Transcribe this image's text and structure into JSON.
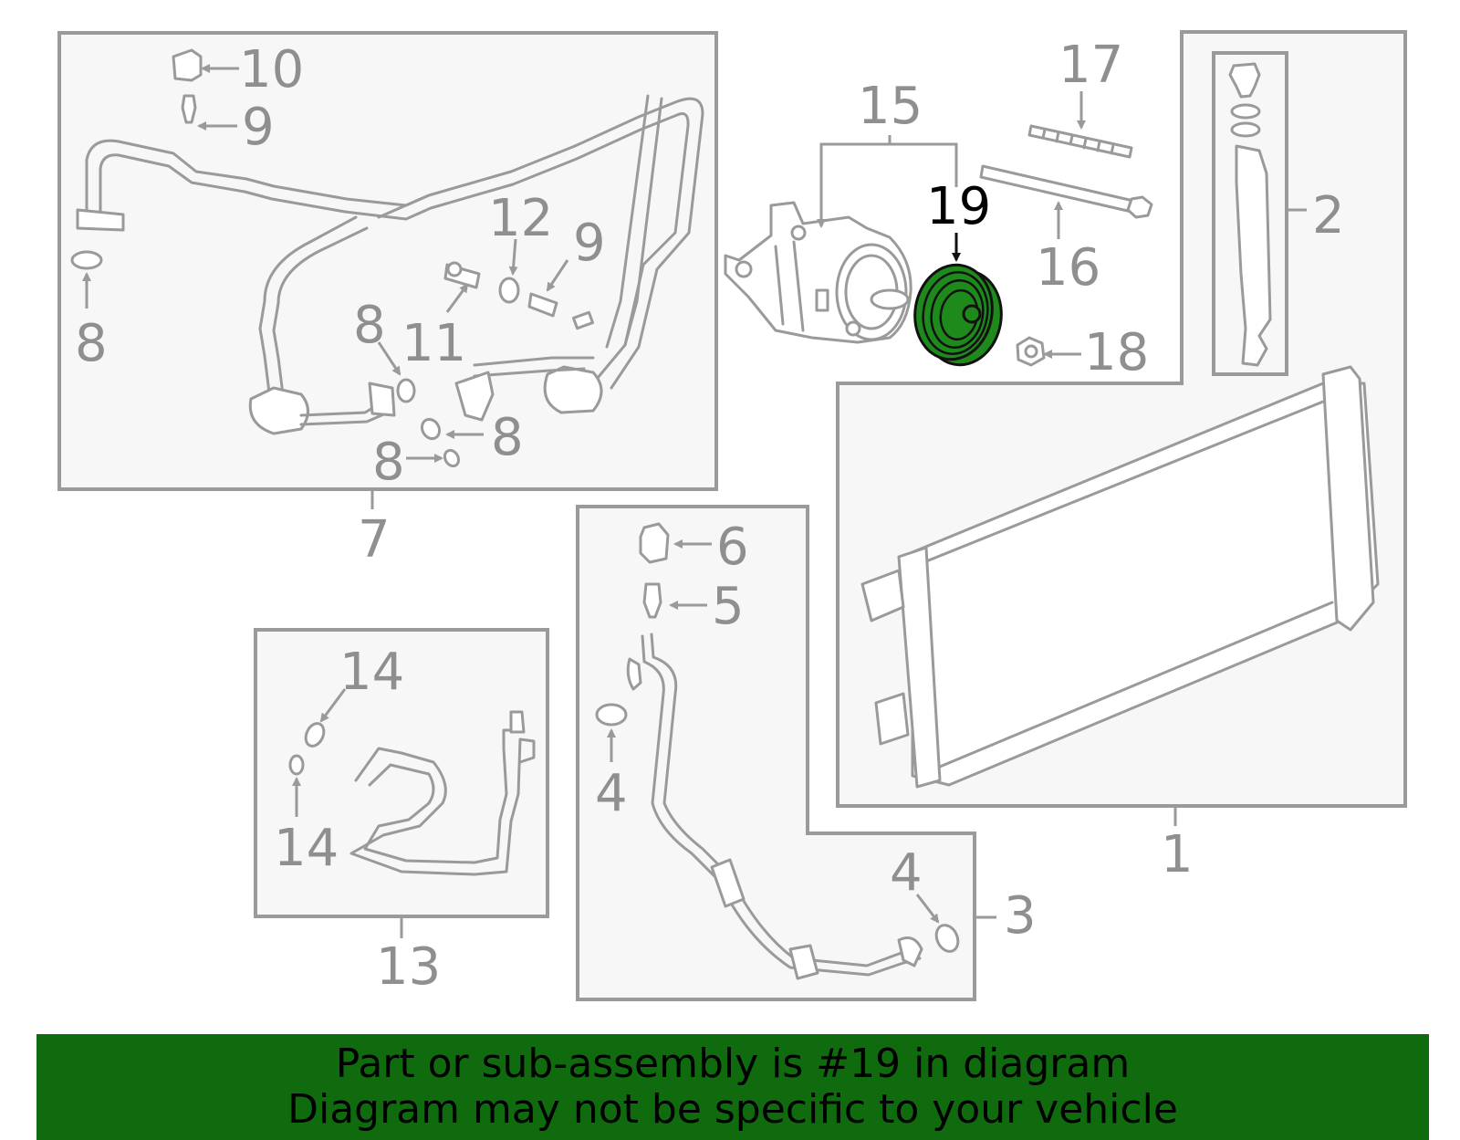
{
  "callouts": {
    "c1": "1",
    "c2": "2",
    "c3": "3",
    "c4a": "4",
    "c4b": "4",
    "c5": "5",
    "c6": "6",
    "c7": "7",
    "c8a": "8",
    "c8b": "8",
    "c8c": "8",
    "c8d": "8",
    "c9a": "9",
    "c9b": "9",
    "c10": "10",
    "c11": "11",
    "c12": "12",
    "c13": "13",
    "c14a": "14",
    "c14b": "14",
    "c15": "15",
    "c16": "16",
    "c17": "17",
    "c18": "18",
    "c19": "19"
  },
  "highlighted_part": "19",
  "colors": {
    "highlight": "#1f8a1c",
    "banner": "#106b0e",
    "line": "#9a9a9a"
  },
  "banner": {
    "line1": "Part or sub-assembly is #19 in diagram",
    "line2": "Diagram may not be specific to your vehicle"
  }
}
